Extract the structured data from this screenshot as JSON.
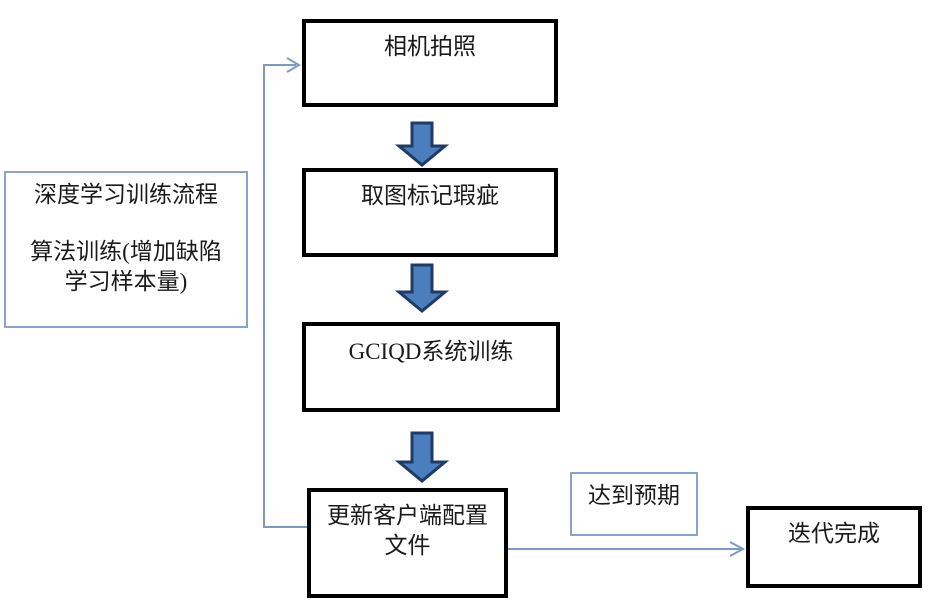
{
  "diagram": {
    "side_note": {
      "line1": "深度学习训练流程",
      "line2": "算法训练(增加缺陷",
      "line3": "学习样本量)"
    },
    "steps": {
      "camera": "相机拍照",
      "mark_defects": "取图标记瑕疵",
      "system_training": "GCIQD系统训练",
      "update_config_line1": "更新客户端配置",
      "update_config_line2": "文件",
      "iteration_done": "迭代完成"
    },
    "condition_label": "达到预期"
  },
  "colors": {
    "background": "#ffffff",
    "text": "#1a1a1a",
    "thick-border": "#000000",
    "thin-border": "#8ba3c7",
    "connector": "#7e99c2",
    "arrow-fill": "#4a7ebc",
    "arrow-stroke": "#1f3b66"
  }
}
